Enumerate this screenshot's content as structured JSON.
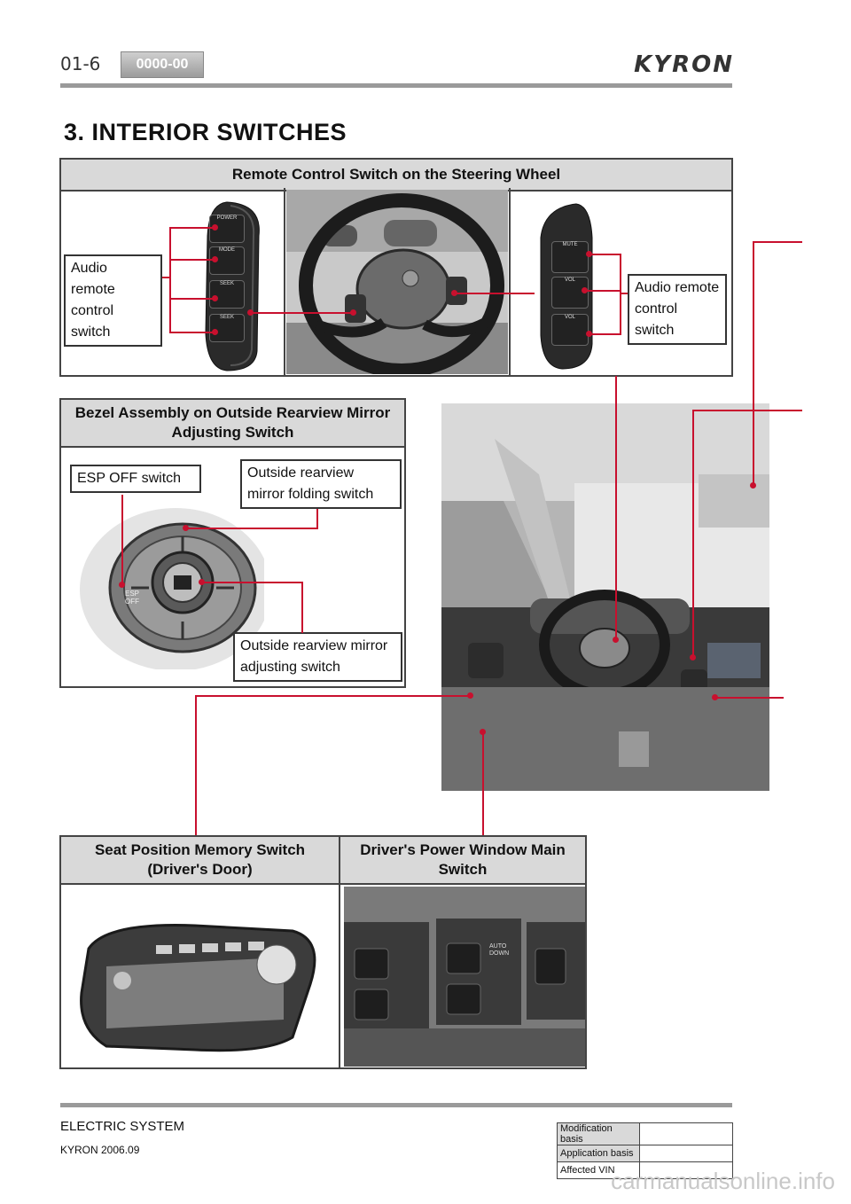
{
  "header": {
    "page_number": "01-6",
    "code": "0000-00",
    "brand": "KYRON"
  },
  "section_title": "3. INTERIOR SWITCHES",
  "steering": {
    "heading": "Remote Control Switch on the Steering Wheel",
    "left_callout": "Audio remote control switch",
    "right_callout": "Audio remote control switch",
    "left_buttons": [
      "POWER",
      "MODE",
      "SEEK",
      "SEEK"
    ],
    "right_buttons": [
      "MUTE",
      "VOL",
      "VOL"
    ]
  },
  "bezel": {
    "heading": "Bezel Assembly on Outside Rearview Mirror Adjusting Switch",
    "esp_callout": "ESP OFF switch",
    "folding_callout": "Outside rearview mirror folding switch",
    "adjusting_callout": "Outside rearview mirror adjusting switch",
    "esp_label": "ESP OFF"
  },
  "bottom": {
    "seat_heading": "Seat Position Memory Switch (Driver's Door)",
    "window_heading": "Driver's Power Window Main Switch",
    "window_auto_label": "AUTO DOWN"
  },
  "footer": {
    "system": "ELECTRIC SYSTEM",
    "version": "KYRON 2006.09",
    "table": [
      "Modification basis",
      "Application basis",
      "Affected VIN"
    ]
  },
  "watermark": "carmanualsonline.info",
  "colors": {
    "callout_line": "#c8102e",
    "header_fill": "#d9d9d9",
    "rule": "#9a9a9a"
  }
}
